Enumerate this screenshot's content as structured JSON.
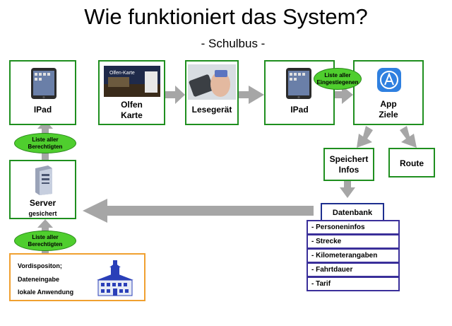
{
  "title": "Wie funktioniert das System?",
  "subtitle": "- Schulbus -",
  "nodes": {
    "ipad_left": "IPad",
    "olfen_line1": "Olfen",
    "olfen_line2": "Karte",
    "olfen_card_text": "Olfen-Karte",
    "lesegeraet": "Lesegerät",
    "ipad_mid": "IPad",
    "app_line1": "App",
    "app_line2": "Ziele",
    "speichert_line1": "Speichert",
    "speichert_line2": "Infos",
    "route": "Route",
    "server_line1": "Server",
    "server_line2": "gesichert"
  },
  "ovals": {
    "berechtigten_top_line1": "Liste aller",
    "berechtigten_top_line2": "Berechtigten",
    "berechtigten_bottom_line1": "Liste aller",
    "berechtigten_bottom_line2": "Berechtigten",
    "eingestiegenen_line1": "Liste aller",
    "eingestiegenen_line2": "Eingestiegenen"
  },
  "datenbank": {
    "title": "Datenbank",
    "items": [
      "- Personeninfos",
      "- Strecke",
      "- Kilometerangaben",
      "- Fahrtdauer",
      "- Tarif"
    ]
  },
  "source": {
    "line1": "Vordispositon;",
    "line2": "Dateneingabe",
    "line3": "lokale Anwendung"
  },
  "colors": {
    "box_border": "#1f8f1f",
    "arrow": "#a6a6a6",
    "oval_fill": "#4fce2e",
    "db_border": "#1e2f8f",
    "source_border": "#f0a030"
  }
}
